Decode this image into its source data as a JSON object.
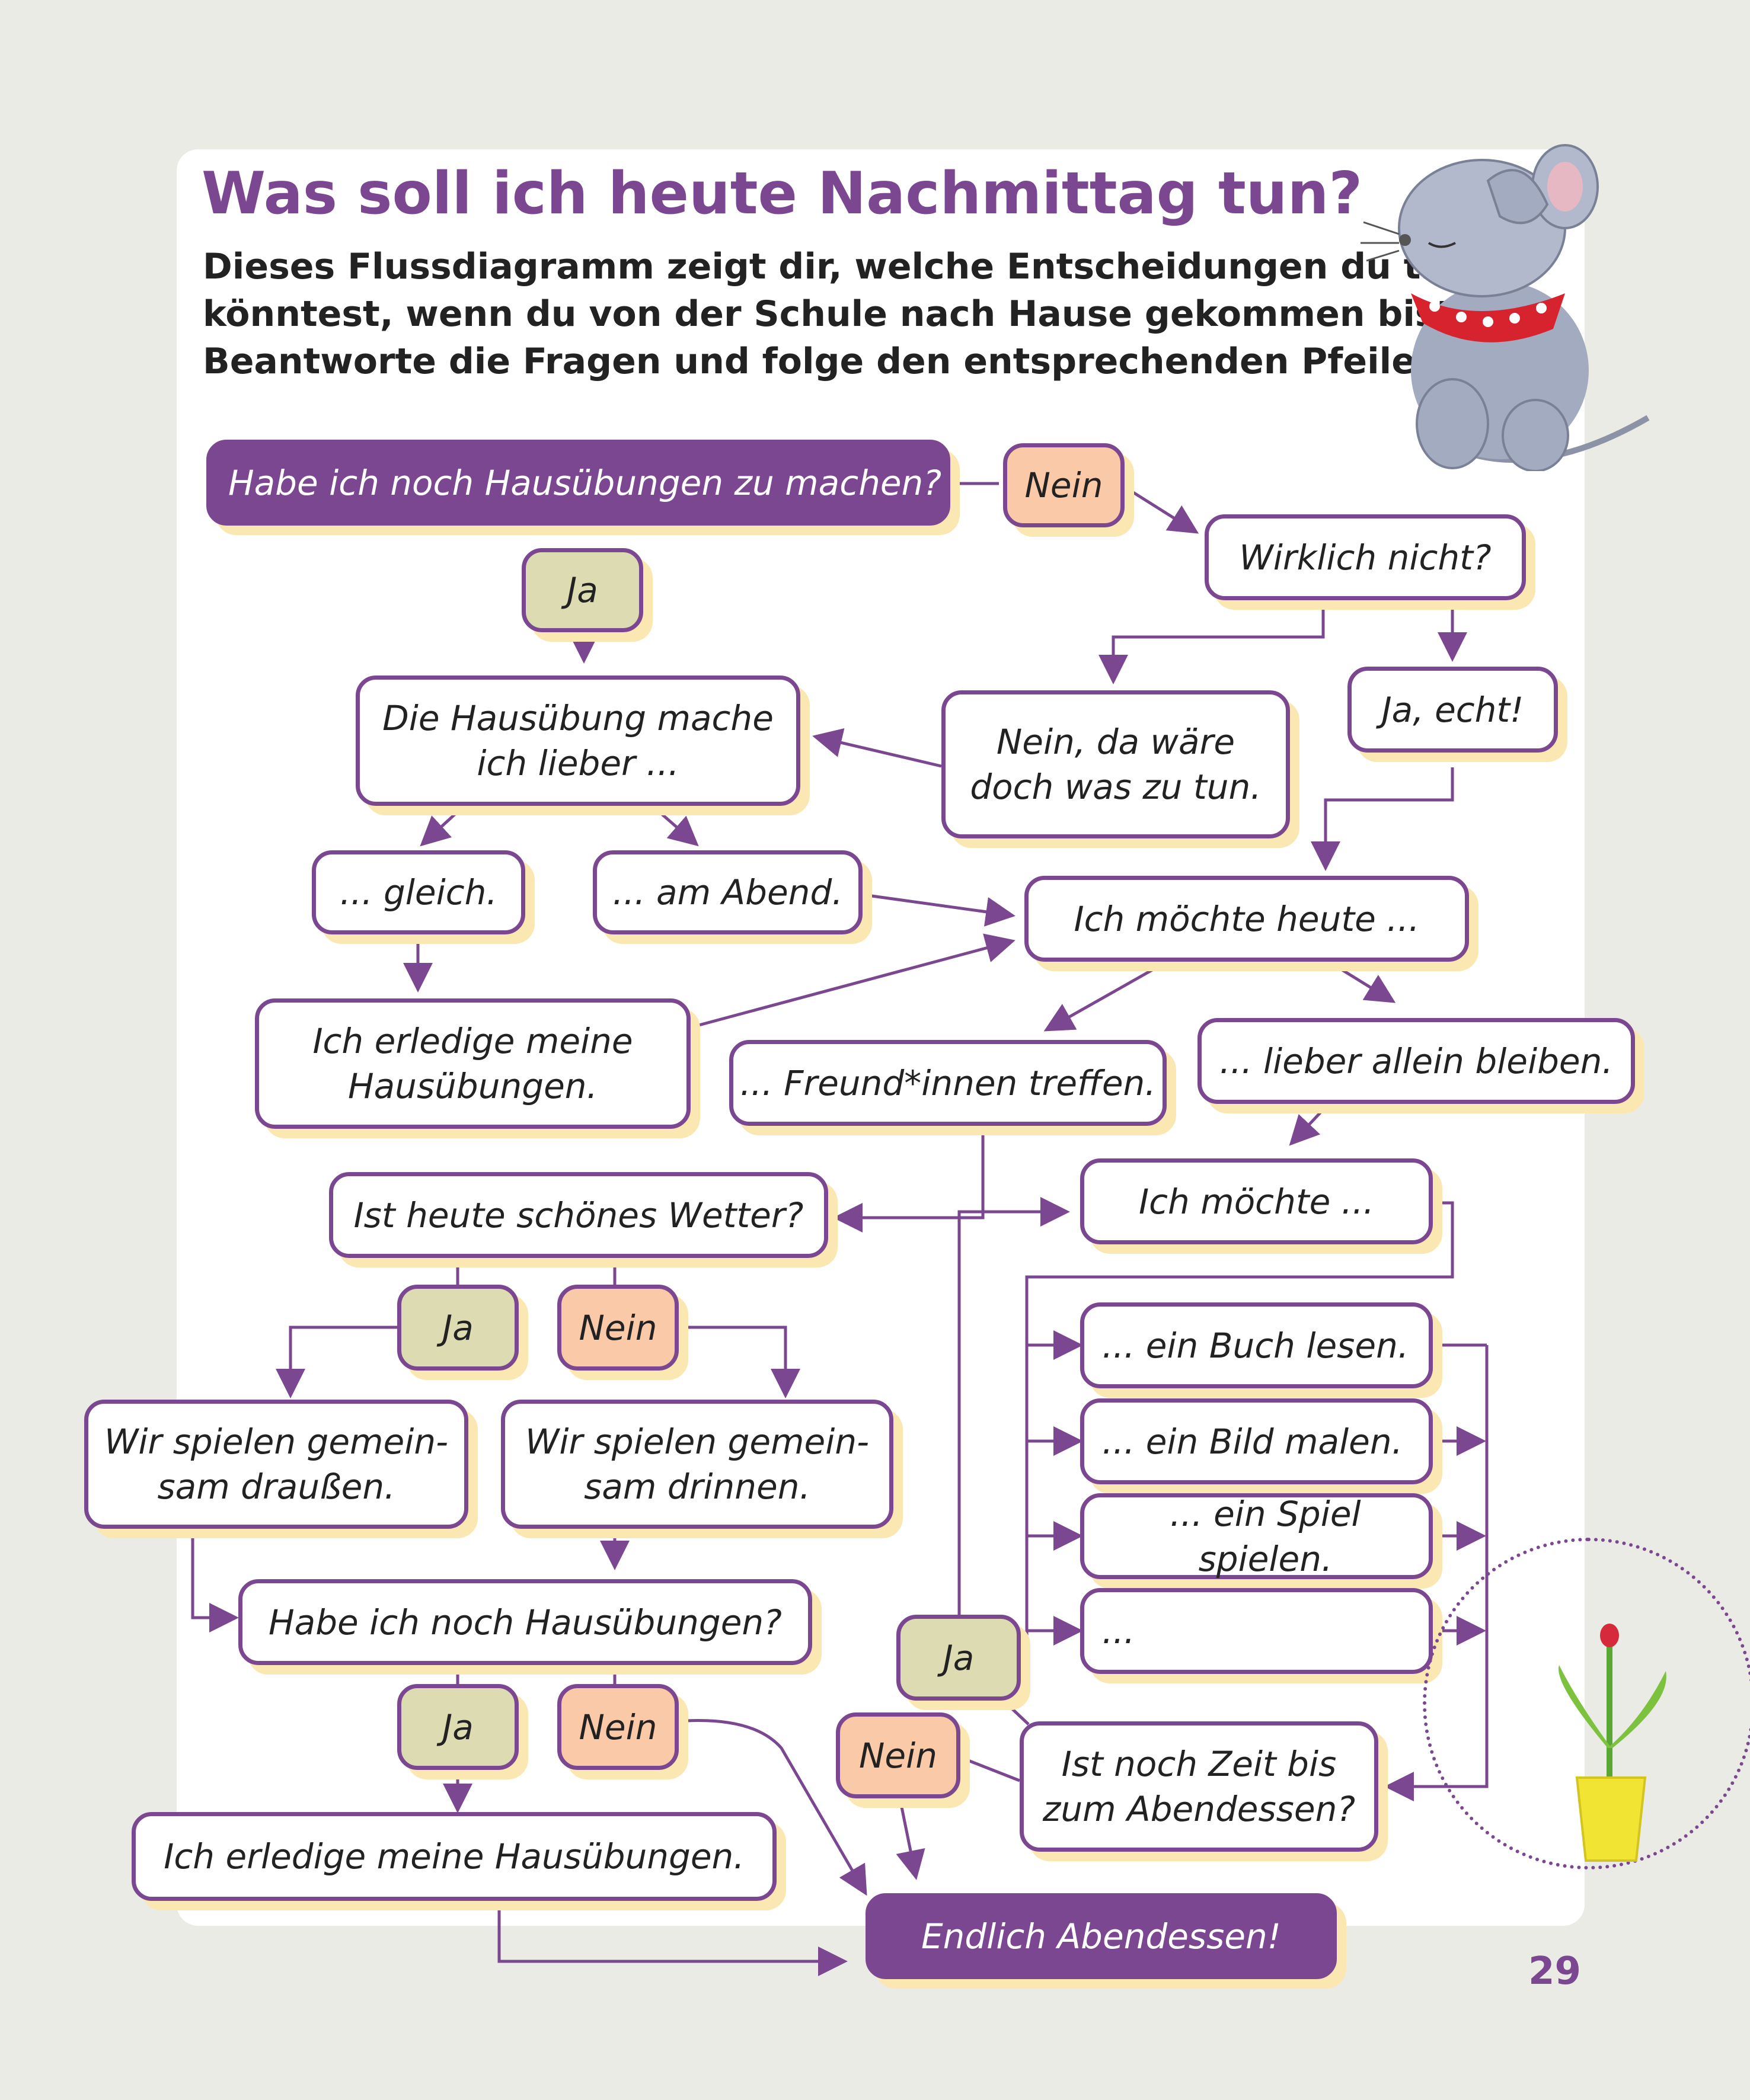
{
  "header": {
    "title": "Was soll ich heute Nachmittag tun?",
    "intro": [
      "Dieses Flussdiagramm zeigt dir, welche Entscheidungen du treffen",
      "könntest, wenn du von der Schule nach Hause gekommen bist.",
      "Beantworte die Fragen und folge den entsprechenden Pfeilen."
    ]
  },
  "nodes": {
    "start": "Habe ich noch Hausübungen zu machen?",
    "start_nein": "Nein",
    "start_ja": "Ja",
    "wirklich": "Wirklich nicht?",
    "ja_echt": "Ja, echt!",
    "nein_waere": "Nein, da wäre\ndoch was zu tun.",
    "hausuebung_mache": "Die Hausübung mache\nich lieber ...",
    "gleich": "... gleich.",
    "am_abend": "... am Abend.",
    "erledige1": "Ich erledige meine\nHausübungen.",
    "moechte_heute": "Ich möchte heute ...",
    "freunde": "... Freund*innen treffen.",
    "allein": "... lieber allein bleiben.",
    "wetter": "Ist heute schönes Wetter?",
    "wetter_ja": "Ja",
    "wetter_nein": "Nein",
    "draussen": "Wir spielen gemein-\nsam draußen.",
    "drinnen": "Wir spielen gemein-\nsam drinnen.",
    "hausuebungen2": "Habe ich noch Hausübungen?",
    "hu2_ja": "Ja",
    "hu2_nein": "Nein",
    "erledige2": "Ich erledige meine Hausübungen.",
    "ich_moechte": "Ich möchte ...",
    "buch": "... ein Buch lesen.",
    "bild": "... ein Bild malen.",
    "spiel": "... ein Spiel spielen.",
    "dots": "...",
    "zeit_ja": "Ja",
    "zeit_nein": "Nein",
    "zeit": "Ist noch Zeit bis\nzum Abendessen?",
    "ende": "Endlich Abendessen!"
  },
  "colors": {
    "purple": "#7b4791",
    "ja_fill": "#dcdbb1",
    "nein_fill": "#f9c9a8",
    "box_shadow": "#fbe7b2"
  },
  "illustrations": {
    "top_right": "mouse-with-red-polka-dot-scarf",
    "bottom_right": "tulip-in-yellow-pot"
  },
  "page_number": "29"
}
